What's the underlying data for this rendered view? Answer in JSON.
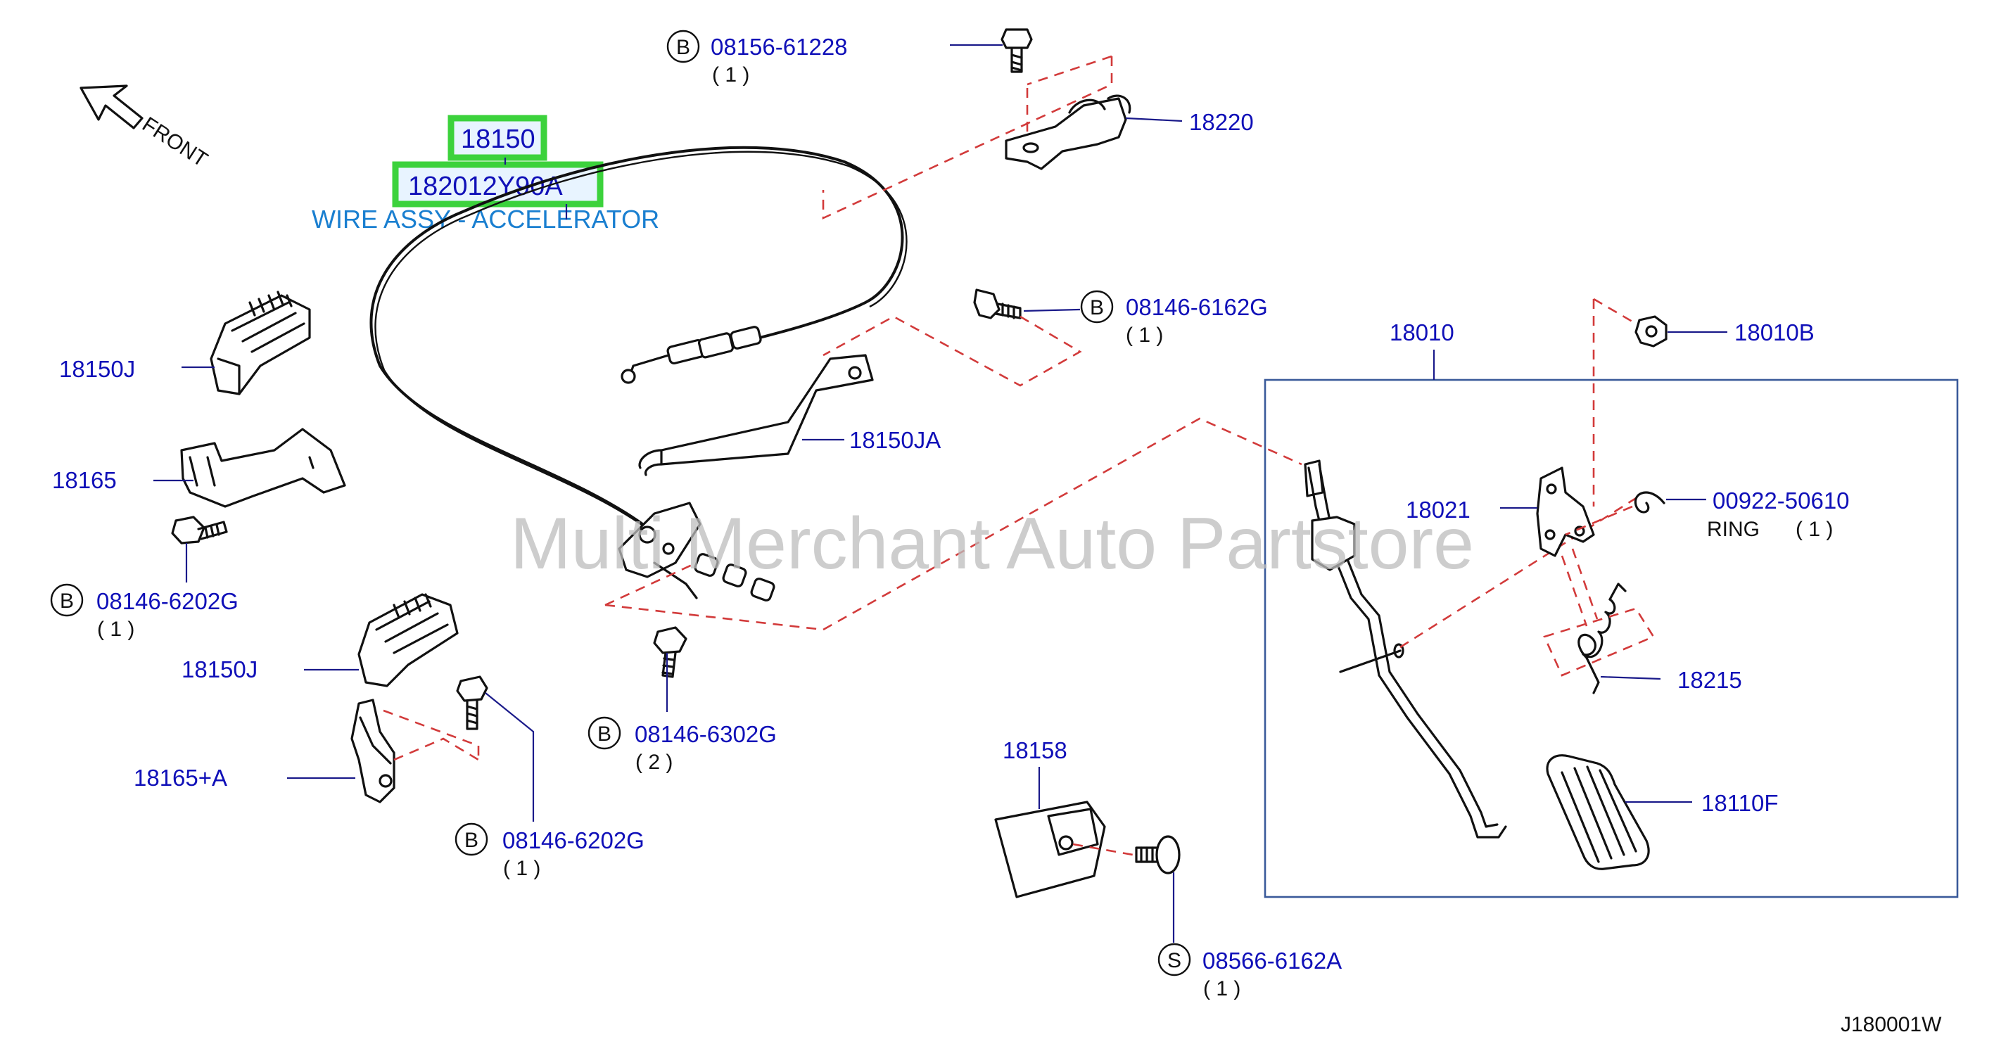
{
  "labels": {
    "p18150": "18150",
    "p182012": "182012Y90A",
    "desc": "WIRE ASSY - ACCELERATOR",
    "b08156": "08156-61228",
    "q08156": "( 1 )",
    "p18220": "18220",
    "b08146_6162g": "08146-6162G",
    "q08146_6162g": "( 1 )",
    "p18150j_top": "18150J",
    "p18165": "18165",
    "b08146_6202g_left": "08146-6202G",
    "q08146_6202g_left": "( 1 )",
    "p18150ja": "18150JA",
    "p18150j_bot": "18150J",
    "p18165a": "18165+A",
    "b08146_6302g": "08146-6302G",
    "q08146_6302g": "( 2 )",
    "b08146_6202g_bot": "08146-6202G",
    "q08146_6202g_bot": "( 1 )",
    "p18010": "18010",
    "p18010b": "18010B",
    "p18021": "18021",
    "p00922": "00922-50610",
    "ring": "RING",
    "q00922": "( 1 )",
    "p18215": "18215",
    "p18158": "18158",
    "p18110f": "18110F",
    "s08566": "08566-6162A",
    "q08566": "( 1 )",
    "front": "FRONT",
    "ref": "J180001W",
    "watermark": "Multi Merchant Auto Partstore",
    "circle_b": "B",
    "circle_s": "S"
  }
}
